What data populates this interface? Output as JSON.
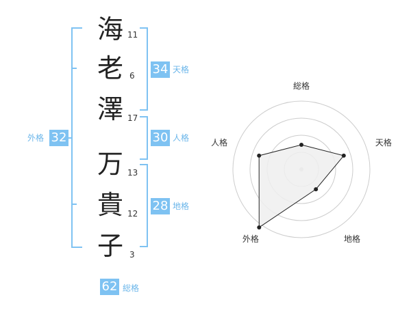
{
  "name": {
    "characters": [
      {
        "char": "海",
        "strokes": "11"
      },
      {
        "char": "老",
        "strokes": "6"
      },
      {
        "char": "澤",
        "strokes": "17"
      },
      {
        "char": "万",
        "strokes": "13"
      },
      {
        "char": "貴",
        "strokes": "12"
      },
      {
        "char": "子",
        "strokes": "3"
      }
    ]
  },
  "kaku": {
    "tenkaku": {
      "label": "天格",
      "value": "34"
    },
    "jinkaku": {
      "label": "人格",
      "value": "30"
    },
    "chikaku": {
      "label": "地格",
      "value": "28"
    },
    "gaikaku": {
      "label": "外格",
      "value": "32"
    },
    "soukaku": {
      "label": "総格",
      "value": "62"
    }
  },
  "colors": {
    "accent": "#7ec2f2",
    "label": "#6bb6ea"
  },
  "chart_data": {
    "type": "radar",
    "axes": [
      "総格",
      "天格",
      "地格",
      "外格",
      "人格"
    ],
    "values": [
      0.36,
      0.65,
      0.36,
      1.05,
      0.65
    ],
    "rings": 4
  }
}
